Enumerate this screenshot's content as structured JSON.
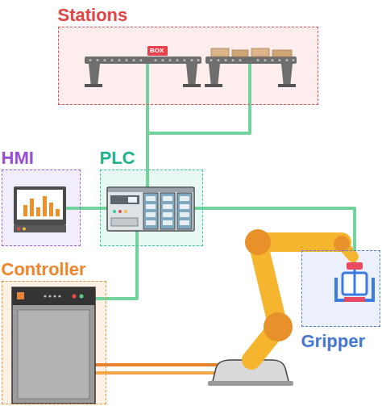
{
  "diagram": {
    "nodes": [
      {
        "text": [
          "Stations"
        ]
      },
      {
        "text": [
          "BOX"
        ],
        "in": 0
      },
      {
        "text": [
          "HMI"
        ]
      },
      {
        "text": [
          "PLC"
        ]
      },
      {
        "text": [
          "Controller"
        ]
      },
      {
        "text": [
          "Gripper"
        ]
      }
    ],
    "edges": [
      {
        "from": 0,
        "to": 3,
        "arrow": "none"
      },
      {
        "from": 2,
        "to": 3,
        "arrow": "none"
      },
      {
        "from": 3,
        "to": 5,
        "arrow": "none"
      },
      {
        "from": 3,
        "to": 4,
        "arrow": "none"
      }
    ]
  }
}
